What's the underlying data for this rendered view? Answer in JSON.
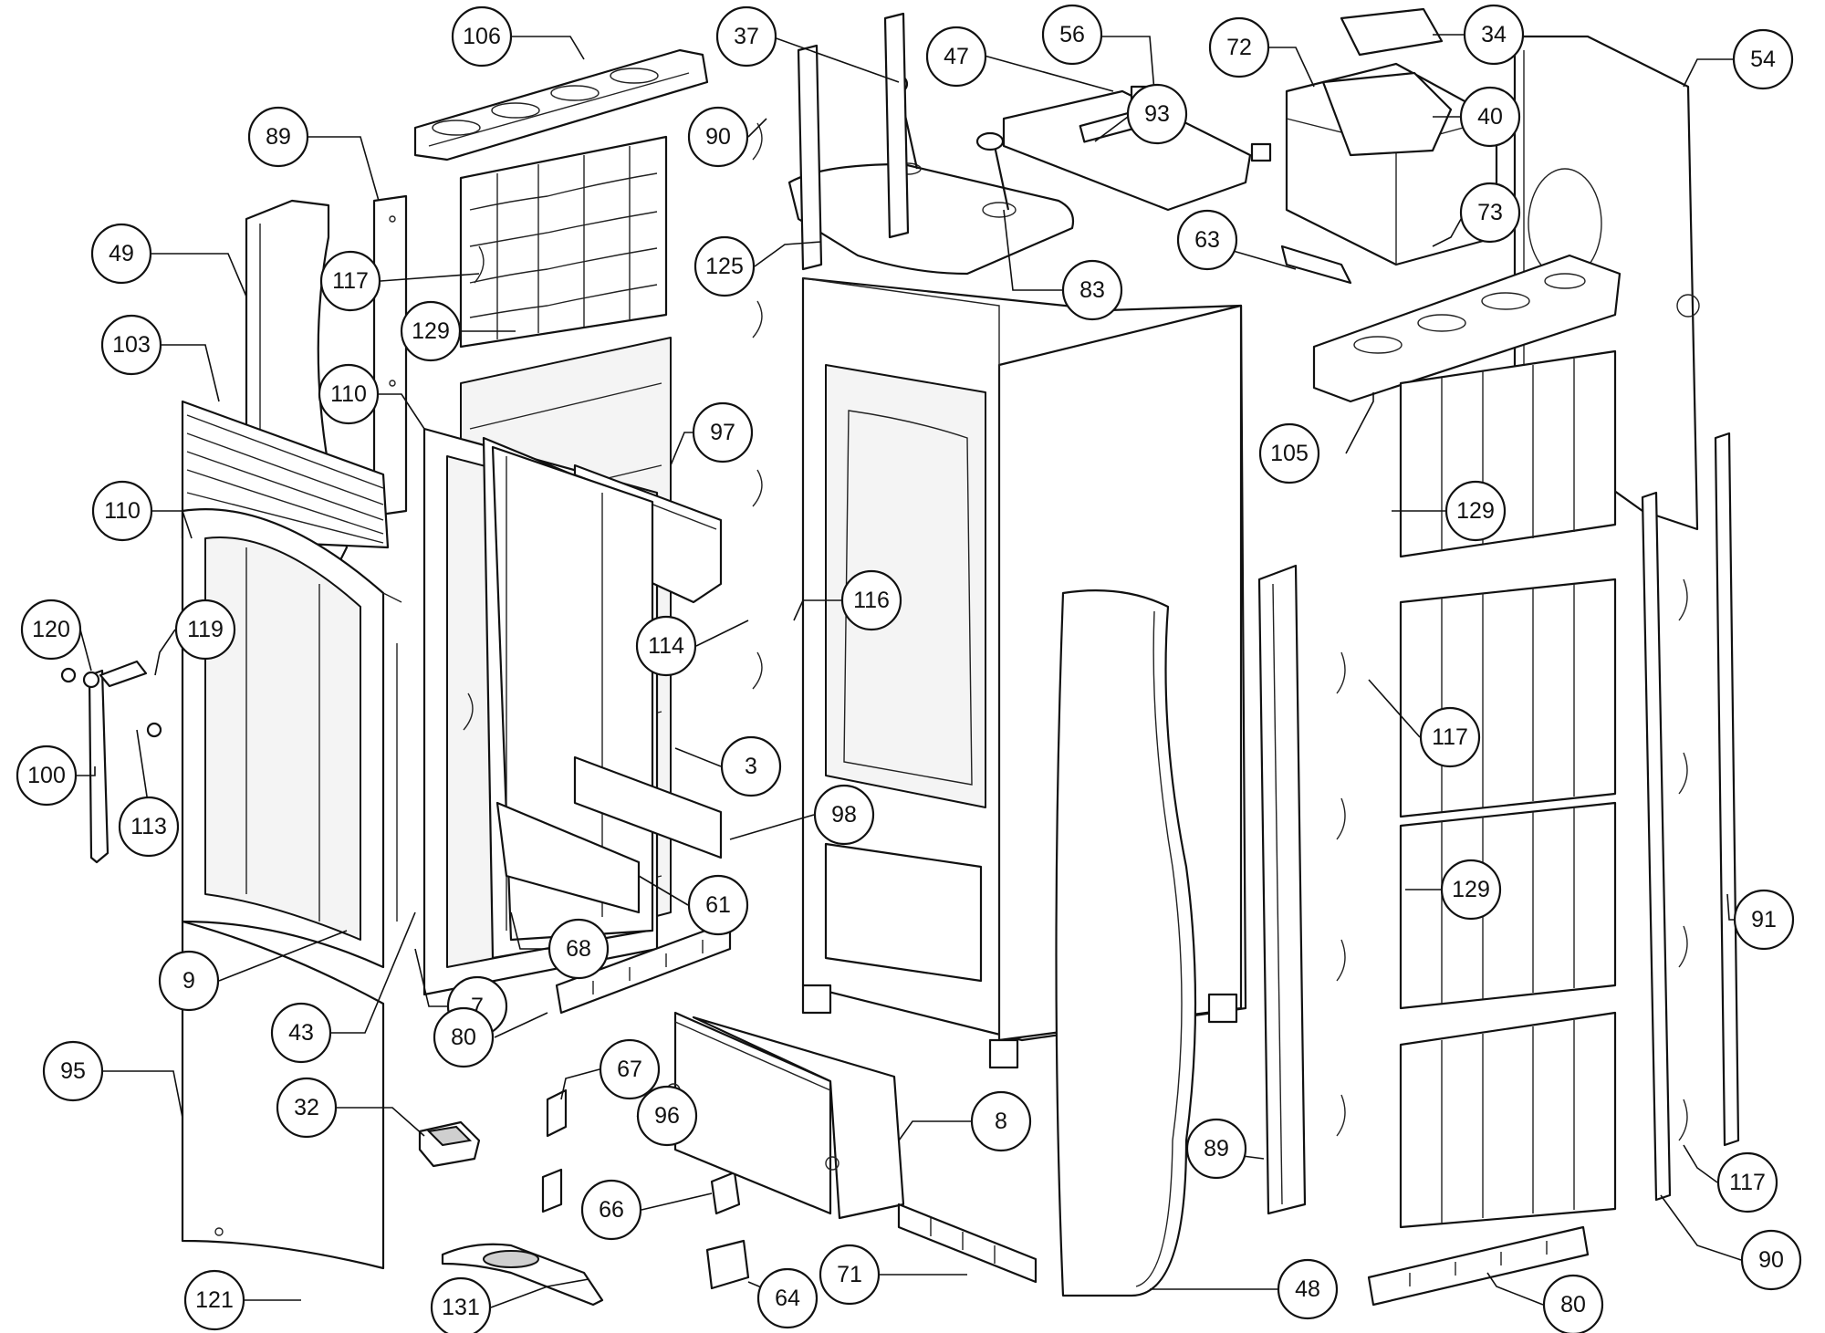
{
  "diagram": {
    "type": "exploded parts view",
    "callouts": [
      {
        "id": "c106",
        "label": "106"
      },
      {
        "id": "c37",
        "label": "37"
      },
      {
        "id": "c56",
        "label": "56"
      },
      {
        "id": "c47",
        "label": "47"
      },
      {
        "id": "c72",
        "label": "72"
      },
      {
        "id": "c34",
        "label": "34"
      },
      {
        "id": "c54",
        "label": "54"
      },
      {
        "id": "c89a",
        "label": "89"
      },
      {
        "id": "c90a",
        "label": "90"
      },
      {
        "id": "c93",
        "label": "93"
      },
      {
        "id": "c40",
        "label": "40"
      },
      {
        "id": "c49",
        "label": "49"
      },
      {
        "id": "c117a",
        "label": "117"
      },
      {
        "id": "c125",
        "label": "125"
      },
      {
        "id": "c63",
        "label": "63"
      },
      {
        "id": "c73",
        "label": "73"
      },
      {
        "id": "c83",
        "label": "83"
      },
      {
        "id": "c103",
        "label": "103"
      },
      {
        "id": "c129a",
        "label": "129"
      },
      {
        "id": "c110a",
        "label": "110"
      },
      {
        "id": "c97",
        "label": "97"
      },
      {
        "id": "c105",
        "label": "105"
      },
      {
        "id": "c110b",
        "label": "110"
      },
      {
        "id": "c129b",
        "label": "129"
      },
      {
        "id": "c116",
        "label": "116"
      },
      {
        "id": "c120",
        "label": "120"
      },
      {
        "id": "c119",
        "label": "119"
      },
      {
        "id": "c114",
        "label": "114"
      },
      {
        "id": "c117b",
        "label": "117"
      },
      {
        "id": "c100",
        "label": "100"
      },
      {
        "id": "c3",
        "label": "3"
      },
      {
        "id": "c98",
        "label": "98"
      },
      {
        "id": "c113",
        "label": "113"
      },
      {
        "id": "c61",
        "label": "61"
      },
      {
        "id": "c129c",
        "label": "129"
      },
      {
        "id": "c91",
        "label": "91"
      },
      {
        "id": "c68",
        "label": "68"
      },
      {
        "id": "c9",
        "label": "9"
      },
      {
        "id": "c7",
        "label": "7"
      },
      {
        "id": "c43",
        "label": "43"
      },
      {
        "id": "c80a",
        "label": "80"
      },
      {
        "id": "c95",
        "label": "95"
      },
      {
        "id": "c67",
        "label": "67"
      },
      {
        "id": "c32",
        "label": "32"
      },
      {
        "id": "c96",
        "label": "96"
      },
      {
        "id": "c8",
        "label": "8"
      },
      {
        "id": "c89b",
        "label": "89"
      },
      {
        "id": "c117c",
        "label": "117"
      },
      {
        "id": "c66",
        "label": "66"
      },
      {
        "id": "c90b",
        "label": "90"
      },
      {
        "id": "c71",
        "label": "71"
      },
      {
        "id": "c121",
        "label": "121"
      },
      {
        "id": "c131",
        "label": "131"
      },
      {
        "id": "c64",
        "label": "64"
      },
      {
        "id": "c48",
        "label": "48"
      },
      {
        "id": "c80b",
        "label": "80"
      }
    ]
  }
}
